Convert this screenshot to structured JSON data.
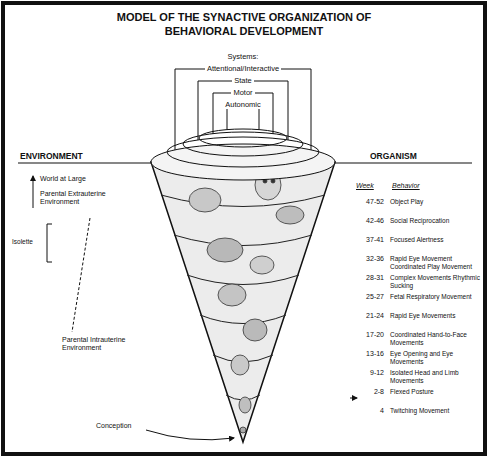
{
  "diagram": {
    "title": "MODEL OF THE SYNACTIVE ORGANIZATION OF BEHAVIORAL DEVELOPMENT",
    "labels": [
      "Systems:",
      "Attentional/Interactive",
      "State",
      "Motor",
      "Autonomic",
      "ENVIRONMENT",
      "ORGANISM",
      "World at Large",
      "Parental Extrauterine Environment",
      "Isolette",
      "Parental Intrauterine Environment",
      "Conception",
      "Week",
      "Behavior",
      "47-52",
      "Object Play",
      "42-46",
      "Social Reciprocation",
      "37-41",
      "Focused Alertness",
      "32-36",
      "Rapid Eye Movement Coordinated Play Movement",
      "28-31",
      "Complex Movements Rhythmic Sucking",
      "25-27",
      "Fetal Respiratory Movement",
      "21-24",
      "Rapid Eye Movements",
      "17-20",
      "Coordinated Hand-to-Face Movements",
      "13-16",
      "Eye Opening and Eye Movements",
      "9-12",
      "Isolated Head and Limb Movements",
      "2-8",
      "Flexed Posture",
      "4",
      "Twitching Movement"
    ]
  }
}
